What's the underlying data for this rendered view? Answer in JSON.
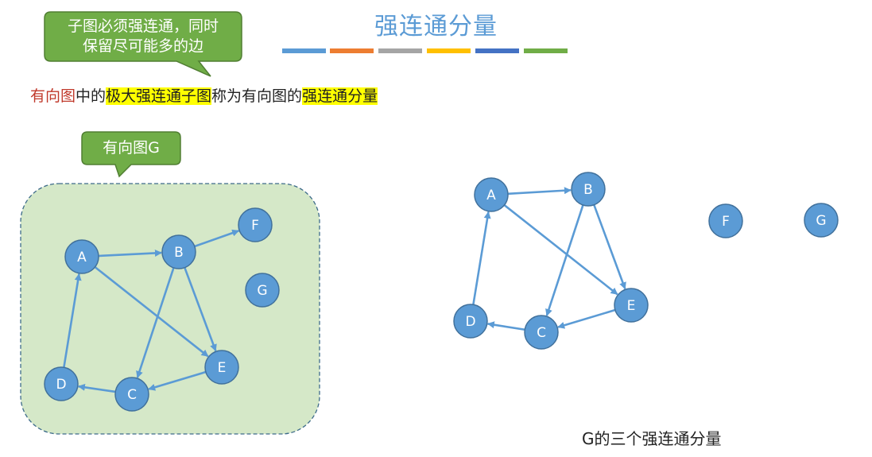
{
  "title": "强连通分量",
  "title_color": "#5b9bd5",
  "color_bar": [
    "#5b9bd5",
    "#ed7d31",
    "#a5a5a5",
    "#ffc000",
    "#4472c4",
    "#70ad47"
  ],
  "callout_top": {
    "line1": "子图必须强连通，同时",
    "line2": "保留尽可能多的边"
  },
  "definition": {
    "part1": "有向图",
    "part2": "中的",
    "part3": "极大强连通子图",
    "part4": "称为有向图的",
    "part5": "强连通分量"
  },
  "callout_graph": {
    "label": "有向图G"
  },
  "graph_left": {
    "nodes": [
      "A",
      "B",
      "C",
      "D",
      "E",
      "F",
      "G"
    ],
    "edges": [
      [
        "A",
        "B"
      ],
      [
        "B",
        "F"
      ],
      [
        "B",
        "C"
      ],
      [
        "B",
        "E"
      ],
      [
        "A",
        "E"
      ],
      [
        "E",
        "C"
      ],
      [
        "C",
        "D"
      ],
      [
        "D",
        "A"
      ]
    ]
  },
  "graph_right": {
    "nodes": [
      "A",
      "B",
      "C",
      "D",
      "E",
      "F",
      "G"
    ],
    "edges": [
      [
        "A",
        "B"
      ],
      [
        "B",
        "C"
      ],
      [
        "B",
        "E"
      ],
      [
        "A",
        "E"
      ],
      [
        "E",
        "C"
      ],
      [
        "C",
        "D"
      ],
      [
        "D",
        "A"
      ]
    ]
  },
  "caption": "G的三个强连通分量",
  "colors": {
    "node_fill": "#5b9bd5",
    "node_stroke": "#41719c",
    "edge": "#5b9bd5",
    "callout_fill": "#70ad47",
    "callout_stroke": "#507e32",
    "graph_box_fill": "#d5e8c8",
    "highlight": "#ffff00",
    "red_text": "#c0392b"
  }
}
